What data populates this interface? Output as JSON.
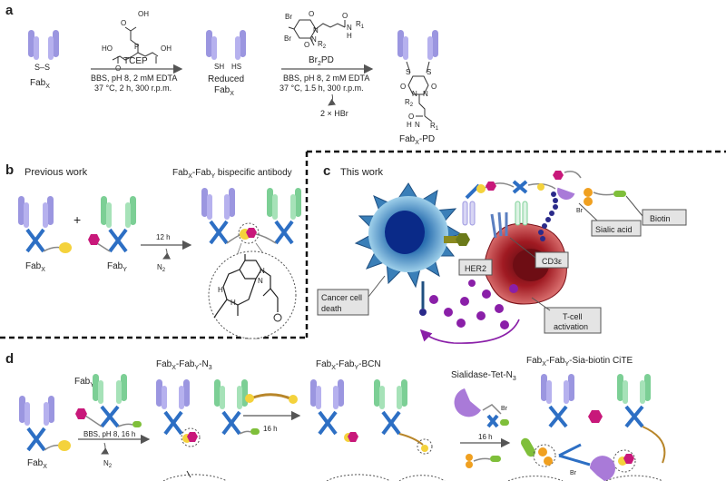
{
  "panel_a": {
    "letter": "a",
    "start_label": "Fab",
    "start_sub": "X",
    "ss_label": "S–S",
    "tcep_label": "TCEP",
    "tcep_groups": [
      "OH",
      "O",
      "HO",
      "O",
      "OH",
      "P"
    ],
    "arrow1_line1": "BBS, pH 8, 2 mM EDTA",
    "arrow1_line2": "37 °C, 2 h, 300 r.p.m.",
    "sh1": "SH",
    "sh2": "HS",
    "reduced_line1": "Reduced",
    "reduced_line2": "Fab",
    "reduced_sub": "X",
    "reagent_atoms": [
      "Br",
      "O",
      "Br",
      "O",
      "N",
      "N",
      "R",
      "R",
      "N",
      "H",
      "O"
    ],
    "reagent_r1_sub": "1",
    "reagent_r2_sub": "2",
    "reagent_label": "Br",
    "reagent_label_sub": "2",
    "reagent_label_end": "PD",
    "arrow2_line1": "BBS, pH 8, 2 mM EDTA",
    "arrow2_line2": "37 °C, 1.5 h, 300 r.p.m.",
    "hbr_label": "2 × HBr",
    "product_atoms": [
      "S",
      "S",
      "O",
      "O",
      "N",
      "N",
      "R",
      "O",
      "N",
      "H",
      "R"
    ],
    "product_r2_sub": "2",
    "product_r1_sub": "1",
    "product_label": "Fab",
    "product_sub": "X",
    "product_end": "-PD"
  },
  "panel_b": {
    "letter": "b",
    "title": "Previous work",
    "product_title": "Fab",
    "product_title_sub1": "X",
    "product_title_mid": "-Fab",
    "product_title_sub2": "Y",
    "product_title_end": " bispecific antibody",
    "plus": "+",
    "fab_x": "Fab",
    "fab_x_sub": "X",
    "fab_y": "Fab",
    "fab_y_sub": "Y",
    "time": "12 h",
    "n2": "N",
    "n2_sub": "2",
    "atoms": [
      "N",
      "N",
      "H",
      "H"
    ]
  },
  "panel_c": {
    "letter": "c",
    "title": "This work",
    "labels": {
      "biotin": "Biotin",
      "sialic": "Sialic acid",
      "br": "Br",
      "her2": "HER2",
      "cd3": "CD3ε",
      "cancer1": "Cancer cell",
      "cancer2": "death",
      "tcell1": "T-cell",
      "tcell2": "activation"
    }
  },
  "panel_d": {
    "letter": "d",
    "fab_y": "Fab",
    "fab_y_sub": "Y",
    "fab_x": "Fab",
    "fab_x_sub": "X",
    "cond1": "BBS, pH 8, 16 h",
    "n2": "N",
    "n2_sub": "2",
    "inter1": "Fab",
    "inter1_sub1": "X",
    "inter1_mid": "-Fab",
    "inter1_sub2": "Y",
    "inter1_end": "-N",
    "inter1_sub3": "3",
    "time2": "16 h",
    "inter2": "Fab",
    "inter2_sub1": "X",
    "inter2_mid": "-Fab",
    "inter2_sub2": "Y",
    "inter2_end": "-BCN",
    "reagent": "Sialidase-Tet-N",
    "reagent_sub": "3",
    "br": "Br",
    "time3": "16 h",
    "final": "Fab",
    "final_sub1": "X",
    "final_mid": "-Fab",
    "final_sub2": "Y",
    "final_end": "-Sia-biotin CiTE",
    "br2": "Br"
  },
  "colors": {
    "fab_x": "#9b96e0",
    "fab_y": "#8fd8a6",
    "hinge": "#2d6fc4",
    "yellow": "#f4d23c",
    "magenta": "#c8187a",
    "cancer": "#2a6fb0",
    "tcell": "#9e1a22",
    "purple_dots": "#8a1fa8",
    "orange": "#f0a020",
    "green": "#7fbf3a"
  }
}
